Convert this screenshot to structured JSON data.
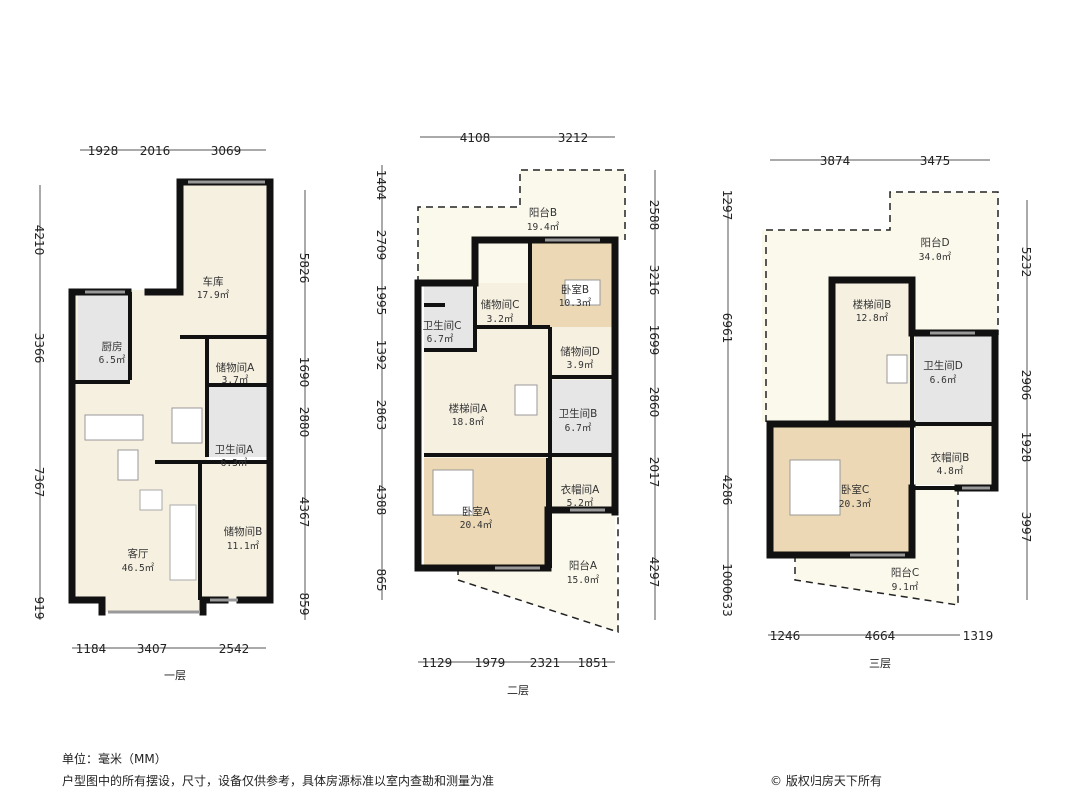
{
  "floors": [
    {
      "label": "一层",
      "dims": {
        "top": [
          "1928",
          "2016",
          "3069"
        ],
        "left": [
          "4210",
          "3366",
          "7367",
          "919"
        ],
        "right": [
          "5826",
          "1690",
          "2880",
          "4367",
          "859"
        ],
        "bottom": [
          "1184",
          "3407",
          "2542"
        ]
      },
      "rooms": [
        {
          "name": "车库",
          "area": "17.9㎡"
        },
        {
          "name": "厨房",
          "area": "6.5㎡"
        },
        {
          "name": "储物间A",
          "area": "3.7㎡"
        },
        {
          "name": "卫生间A",
          "area": "6.3㎡"
        },
        {
          "name": "储物间B",
          "area": "11.1㎡"
        },
        {
          "name": "客厅",
          "area": "46.5㎡"
        }
      ]
    },
    {
      "label": "二层",
      "dims": {
        "top": [
          "4108",
          "3212"
        ],
        "left": [
          "1404",
          "2709",
          "1995",
          "1392",
          "2863",
          "4388",
          "865"
        ],
        "right": [
          "2588",
          "3216",
          "1699",
          "2860",
          "2017",
          "4297"
        ],
        "bottom": [
          "1129",
          "1979",
          "2321",
          "1851"
        ]
      },
      "rooms": [
        {
          "name": "阳台B",
          "area": "19.4㎡"
        },
        {
          "name": "卫生间C",
          "area": "6.7㎡"
        },
        {
          "name": "储物间C",
          "area": "3.2㎡"
        },
        {
          "name": "卧室B",
          "area": "10.3㎡"
        },
        {
          "name": "储物间D",
          "area": "3.9㎡"
        },
        {
          "name": "楼梯间A",
          "area": "18.8㎡"
        },
        {
          "name": "卫生间B",
          "area": "6.7㎡"
        },
        {
          "name": "衣帽间A",
          "area": "5.2㎡"
        },
        {
          "name": "卧室A",
          "area": "20.4㎡"
        },
        {
          "name": "阳台A",
          "area": "15.0㎡"
        }
      ]
    },
    {
      "label": "三层",
      "dims": {
        "top": [
          "3874",
          "3475"
        ],
        "left": [
          "1297",
          "6961",
          "4286",
          "1000633"
        ],
        "right": [
          "5232",
          "2906",
          "1928",
          "3997"
        ],
        "bottom": [
          "1246",
          "4664",
          "1319"
        ]
      },
      "rooms": [
        {
          "name": "阳台D",
          "area": "34.0㎡"
        },
        {
          "name": "楼梯间B",
          "area": "12.8㎡"
        },
        {
          "name": "卫生间D",
          "area": "6.6㎡"
        },
        {
          "name": "衣帽间B",
          "area": "4.8㎡"
        },
        {
          "name": "卧室C",
          "area": "20.3㎡"
        },
        {
          "name": "阳台C",
          "area": "9.1㎡"
        }
      ]
    }
  ],
  "footer": {
    "unit": "单位：毫米（MM）",
    "disclaimer": "户型图中的所有摆设，尺寸，设备仅供参考，具体房源标准以室内查勘和测量为准",
    "copyright": "© 版权归房天下所有"
  }
}
